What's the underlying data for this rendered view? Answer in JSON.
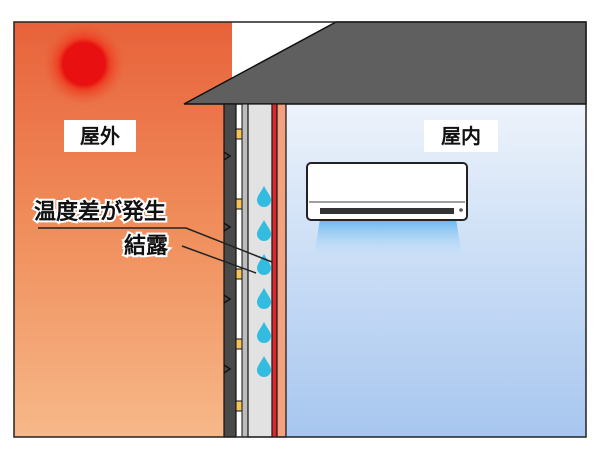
{
  "labels": {
    "outdoor": "屋外",
    "indoor": "屋内",
    "temperature_difference": "温度差が発生",
    "condensation": "結露"
  },
  "icons": {
    "sun": "sun-icon",
    "air_conditioner": "air-conditioner-icon",
    "water_drop": "water-drop-icon"
  },
  "colors": {
    "outdoor_top": "#e8623a",
    "outdoor_bottom": "#f7b889",
    "indoor_top": "#dfeaf9",
    "indoor_bottom": "#a7c6ef",
    "sun": "#e81010",
    "roof": "#5f5f5f",
    "wall_red": "#d7282f",
    "wall_insulation": "#e2e2e2",
    "water_drop": "#32bce0",
    "ac_airflow": "#7fc3f0"
  }
}
